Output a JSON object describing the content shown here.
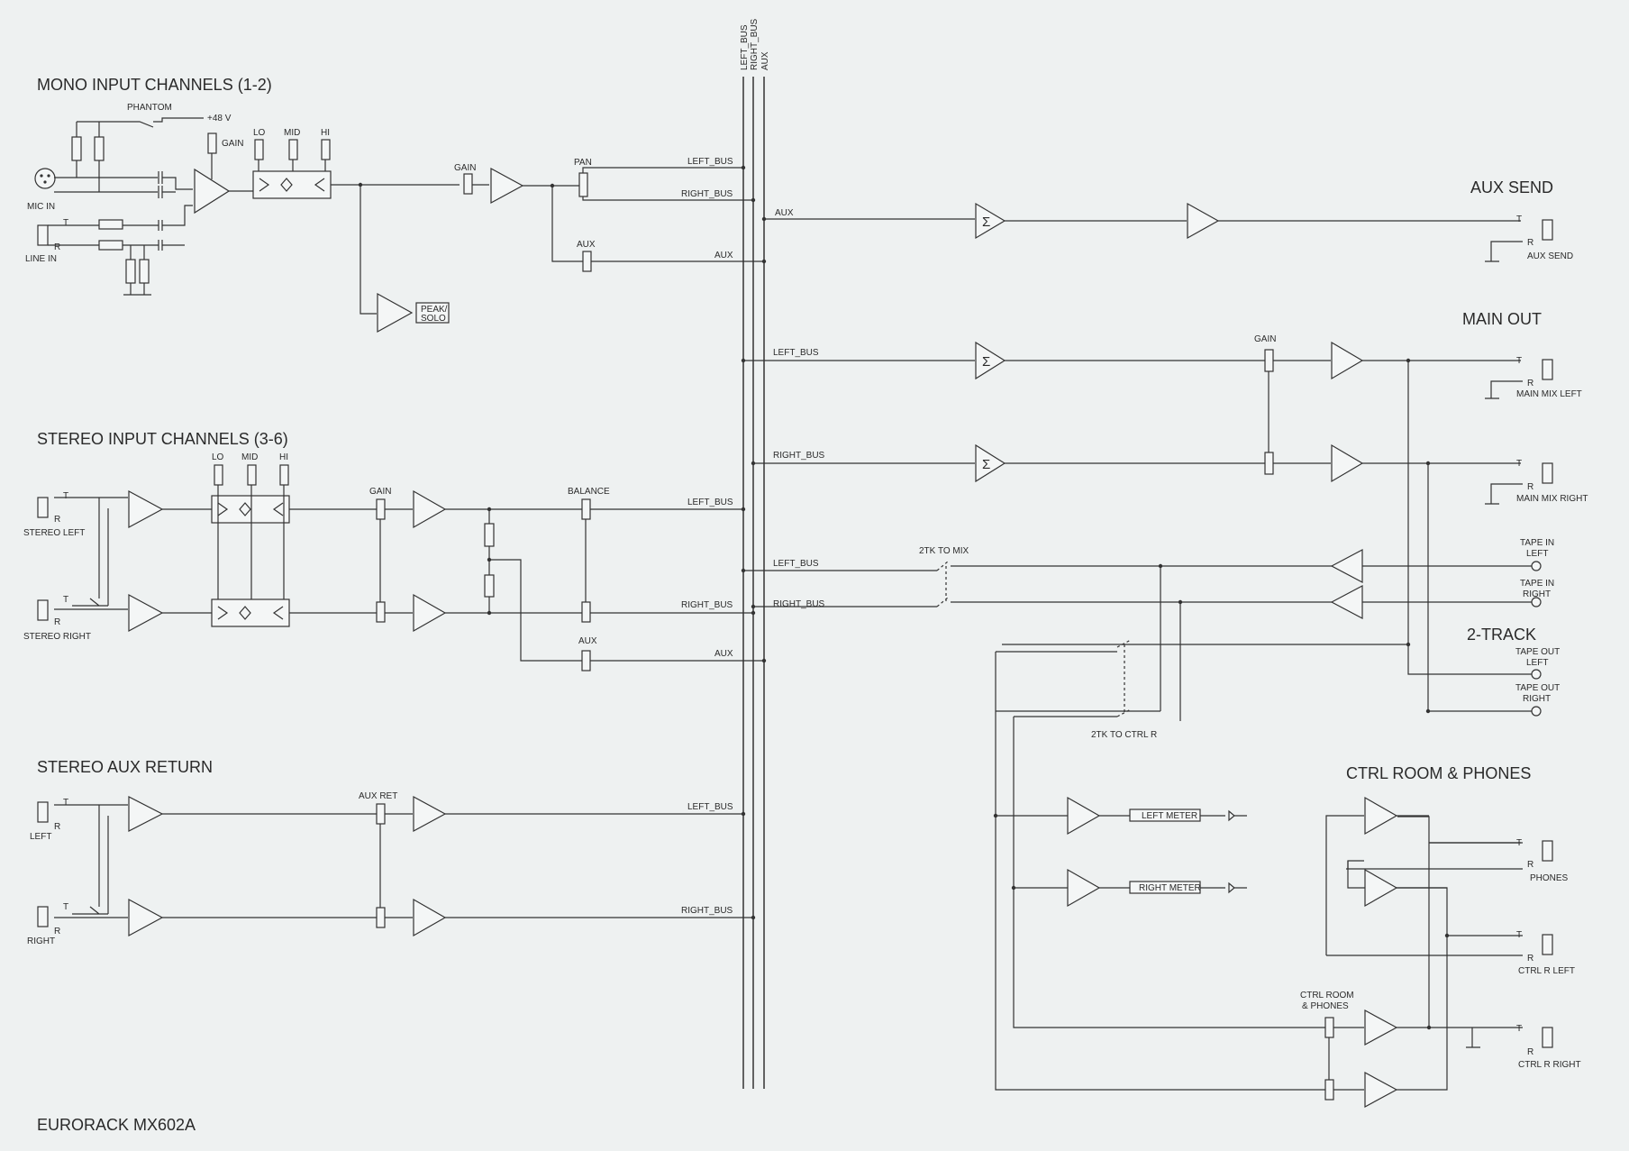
{
  "sections": {
    "mono": "MONO INPUT CHANNELS (1-2)",
    "stereo": "STEREO INPUT CHANNELS (3-6)",
    "aux_return": "STEREO AUX RETURN",
    "aux_send": "AUX SEND",
    "main_out": "MAIN OUT",
    "two_track": "2-TRACK",
    "ctrl_room": "CTRL ROOM & PHONES",
    "model": "EURORACK MX602A"
  },
  "bus_labels": [
    "LEFT_BUS",
    "RIGHT_BUS",
    "AUX"
  ],
  "mono": {
    "phantom": "PHANTOM",
    "v48": "+48 V",
    "gain_pot": "GAIN",
    "lo": "LO",
    "mid": "MID",
    "hi": "HI",
    "mic_in": "MIC IN",
    "line_in": "LINE IN",
    "t": "T",
    "r": "R",
    "gain": "GAIN",
    "pan": "PAN",
    "aux_pot": "AUX",
    "peak_solo_1": "PEAK/",
    "peak_solo_2": "SOLO",
    "to_left": "LEFT_BUS",
    "to_right": "RIGHT_BUS",
    "to_aux": "AUX"
  },
  "stereo": {
    "lo": "LO",
    "mid": "MID",
    "hi": "HI",
    "stereo_left": "STEREO LEFT",
    "stereo_right": "STEREO RIGHT",
    "gain": "GAIN",
    "balance": "BALANCE",
    "aux_pot": "AUX",
    "to_left": "LEFT_BUS",
    "to_right": "RIGHT_BUS",
    "to_aux": "AUX"
  },
  "aux_return": {
    "left": "LEFT",
    "right": "RIGHT",
    "aux_ret": "AUX RET",
    "to_left": "LEFT_BUS",
    "to_right": "RIGHT_BUS"
  },
  "outputs": {
    "aux_tap": "AUX",
    "aux_send_jack": "AUX SEND",
    "left_bus": "LEFT_BUS",
    "right_bus": "RIGHT_BUS",
    "gain": "GAIN",
    "main_left": "MAIN MIX LEFT",
    "main_right": "MAIN MIX RIGHT",
    "two_tk_to_mix": "2TK TO MIX",
    "two_tk_to_ctrl": "2TK TO CTRL R",
    "tape_in_left_1": "TAPE IN",
    "tape_in_left_2": "LEFT",
    "tape_in_right_1": "TAPE IN",
    "tape_in_right_2": "RIGHT",
    "tape_out_left_1": "TAPE OUT",
    "tape_out_left_2": "LEFT",
    "tape_out_right_1": "TAPE OUT",
    "tape_out_right_2": "RIGHT",
    "left_meter": "LEFT METER",
    "right_meter": "RIGHT METER",
    "phones": "PHONES",
    "ctrl_r_left": "CTRL R LEFT",
    "ctrl_r_right": "CTRL R RIGHT",
    "ctrl_pot_1": "CTRL ROOM",
    "ctrl_pot_2": "& PHONES",
    "sigma": "Σ"
  }
}
